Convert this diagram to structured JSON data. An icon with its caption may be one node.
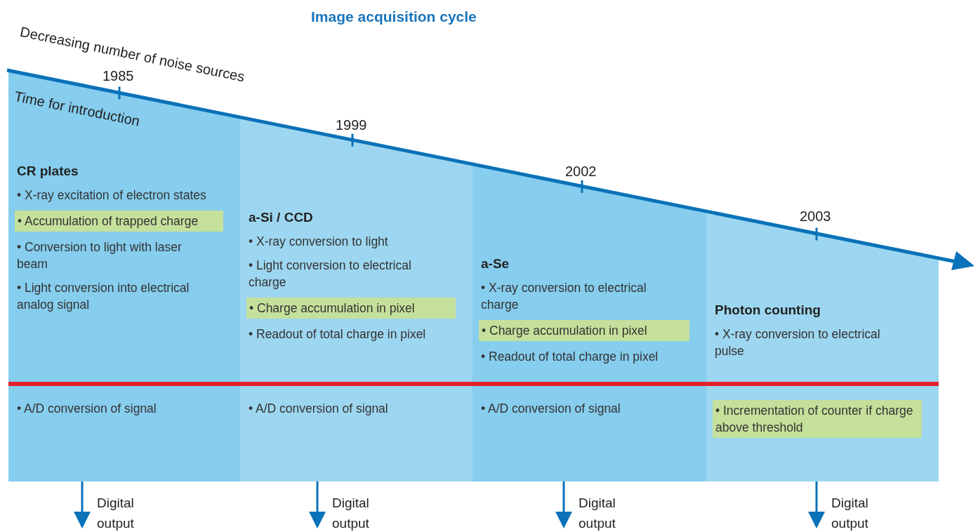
{
  "diagram": {
    "title": "Image acquisition cycle",
    "nodes": [
      {
        "text": [
          "CR plates",
          "• X-ray excitation of electron states",
          "• Conversion to light with laser beam",
          "• Light conversion into electrical analog signal",
          "• A/D conversion of signal"
        ]
      },
      {
        "text": [
          "• Accumulation of trapped charge"
        ],
        "in": 0
      },
      {
        "text": [
          "a-Si / CCD",
          "• X-ray conversion to light",
          "• Light conversion to electrical charge",
          "• Readout of total charge in pixel",
          "• A/D conversion of signal"
        ]
      },
      {
        "text": [
          "• Charge accumulation in pixel"
        ],
        "in": 2
      },
      {
        "text": [
          "a-Se",
          "• X-ray conversion to electrical charge",
          "• Readout of total charge in pixel",
          "• A/D conversion of signal"
        ]
      },
      {
        "text": [
          "• Charge accumulation in pixel"
        ],
        "in": 4
      },
      {
        "text": [
          "Photon counting",
          "• X-ray conversion to electrical pulse"
        ]
      },
      {
        "text": [
          "• Incrementation of counter if charge above threshold"
        ],
        "in": 6
      },
      {
        "text": [
          "Digital output"
        ]
      },
      {
        "text": [
          "Digital output"
        ]
      },
      {
        "text": [
          "Digital output"
        ]
      },
      {
        "text": [
          "Digital output"
        ]
      }
    ],
    "edges": [
      {
        "from": 0,
        "to": 8,
        "arrow": "to"
      },
      {
        "from": 2,
        "to": 9,
        "arrow": "to"
      },
      {
        "from": 4,
        "to": 10,
        "arrow": "to"
      },
      {
        "from": 6,
        "to": 11,
        "arrow": "to"
      }
    ],
    "labels": [
      "Decreasing number of noise sources",
      "1985",
      "Time for introduction",
      "1999",
      "2002",
      "2003"
    ]
  }
}
